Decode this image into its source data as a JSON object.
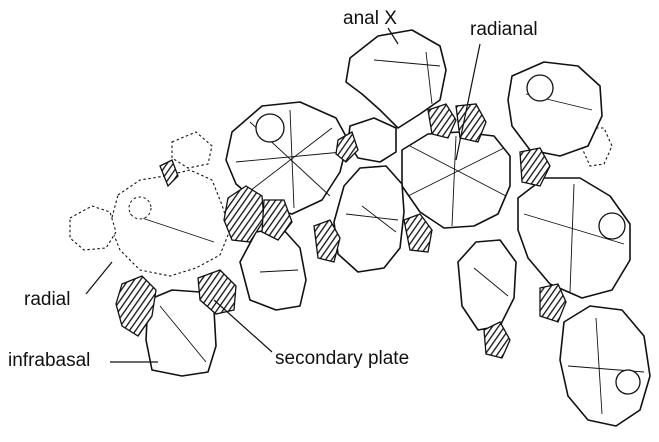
{
  "labels": {
    "anal_x": "anal X",
    "radianal": "radianal",
    "radial": "radial",
    "infrabasal": "infrabasal",
    "secondary_plate": "secondary plate"
  },
  "colors": {
    "ink": "#111111",
    "paper": "#ffffff"
  }
}
